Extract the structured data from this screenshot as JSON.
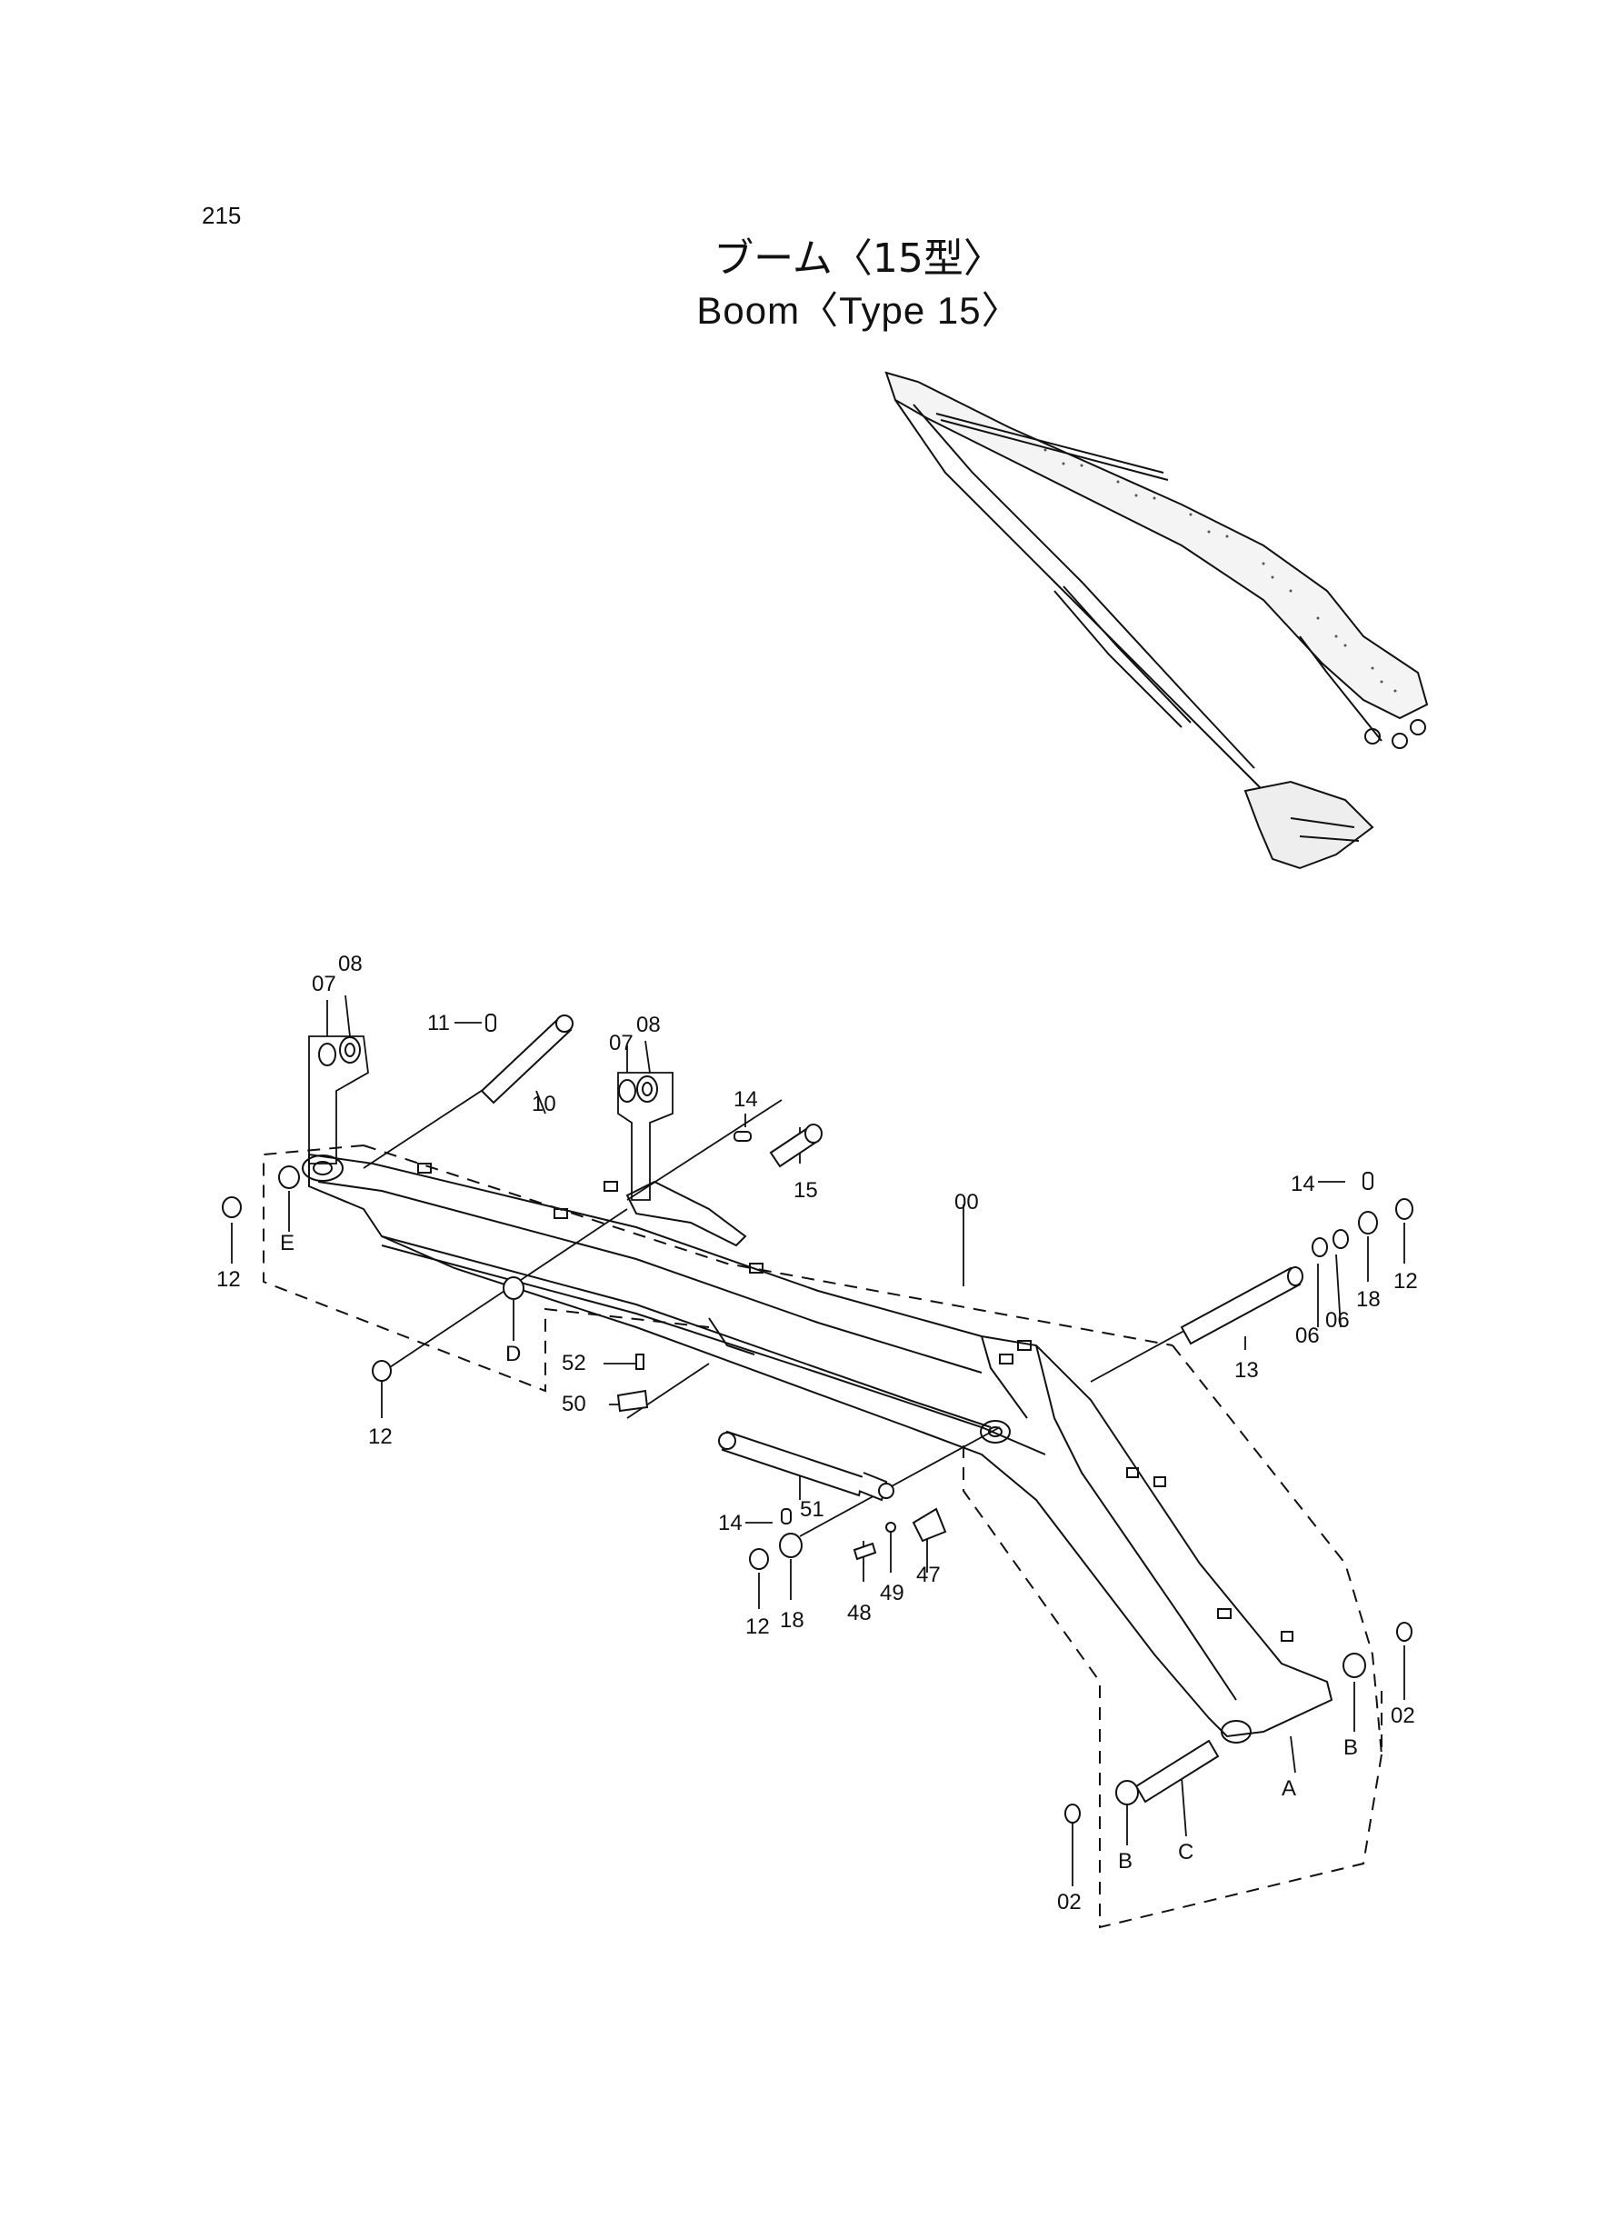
{
  "page_number": "215",
  "title_jp": "ブーム〈15型〉",
  "title_en": "Boom〈Type 15〉",
  "labels": {
    "l07a": "07",
    "l08a": "08",
    "l11": "11",
    "l10": "10",
    "l07b": "07",
    "l08b": "08",
    "l14a": "14",
    "l15": "15",
    "l00": "00",
    "l14b": "14",
    "l06a": "06",
    "l06b": "06",
    "l18a": "18",
    "l12a": "12",
    "l13": "13",
    "l12b": "12",
    "lE": "E",
    "l12c": "12",
    "lD": "D",
    "l52": "52",
    "l50": "50",
    "l51": "51",
    "l14c": "14",
    "l12d": "12",
    "l18b": "18",
    "l48": "48",
    "l49": "49",
    "l47": "47",
    "lA": "A",
    "lB1": "B",
    "l02a": "02",
    "lC": "C",
    "lB2": "B",
    "l02b": "02"
  }
}
